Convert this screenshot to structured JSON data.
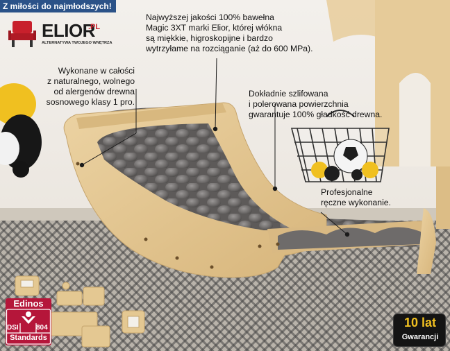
{
  "tagline": "Z miłości do najmłodszych!",
  "brand": {
    "name": "ELIOR",
    "suffix": ".PL",
    "subtitle": "ALTERNATYWA TWOJEGO WNĘTRZA",
    "icon": "chair-icon",
    "accent_color": "#c8202c"
  },
  "features": {
    "left": [
      "Wykonane w całości",
      "z naturalnego, wolnego",
      "od alergenów drewna",
      "sosnowego klasy 1 pro."
    ],
    "top": [
      "Najwyższej jakości 100% bawełna",
      "Magic 3XT marki Elior, której włókna",
      "są miękkie, higroskopijne i bardzo",
      "wytrzyłame na rozciąganie (aż do 600 MPa)."
    ],
    "middle": [
      "Dokładnie szlifowana",
      "i polerowana powierzchnia",
      "gwarantuje 100% gładkość drewna."
    ],
    "bottom": [
      "Profesjonalne",
      "ręczne wykonanie."
    ]
  },
  "certificate": {
    "title": "Edinos",
    "code": "DSI",
    "number": "804",
    "label": "Standards",
    "color": "#b5163a",
    "icon": "check-mark-icon"
  },
  "warranty": {
    "years": "10 lat",
    "label": "Gwarancji",
    "accent_color": "#f0c020"
  },
  "colors": {
    "tagline_bg": "#2b5288",
    "wood": "#e3c48f",
    "cushion": "#6f6c6b"
  }
}
